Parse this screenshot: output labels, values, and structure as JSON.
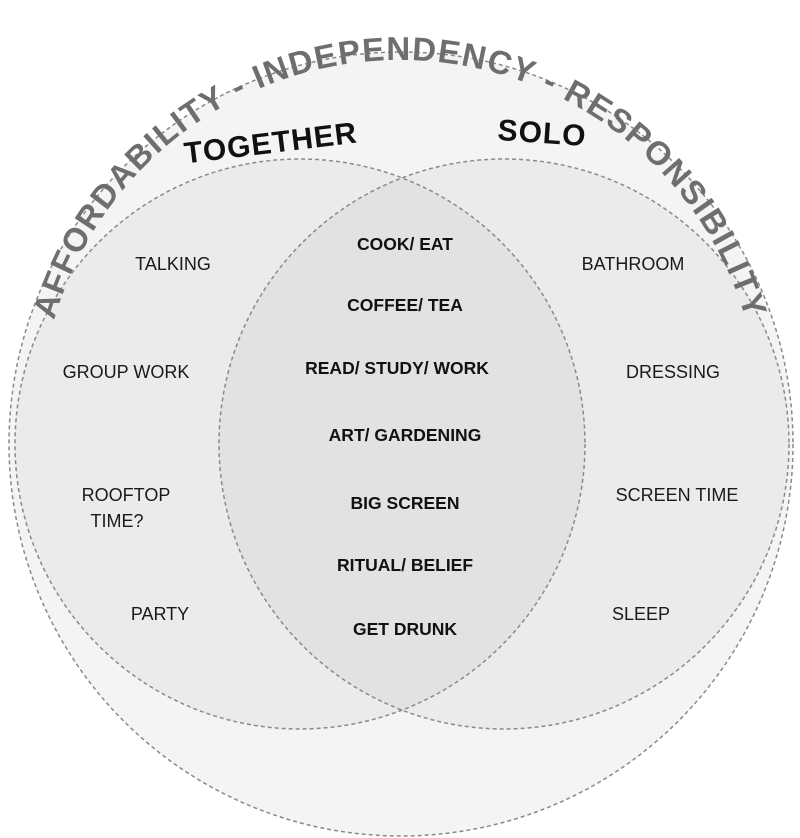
{
  "diagram": {
    "arc_title": "AFFORDABILITY - INDEPENDENCY - RESPONSIBILITY",
    "sets": {
      "left": {
        "title": "TOGETHER",
        "items": [
          "TALKING",
          "GROUP WORK",
          "ROOFTOP",
          "TIME?",
          "PARTY"
        ]
      },
      "right": {
        "title": "SOLO",
        "items": [
          "BATHROOM",
          "DRESSING",
          "SCREEN TIME",
          "SLEEP"
        ]
      },
      "overlap": {
        "items": [
          "COOK/ EAT",
          "COFFEE/ TEA",
          "READ/ STUDY/ WORK",
          "ART/ GARDENING",
          "BIG SCREEN",
          "RITUAL/ BELIEF",
          "GET DRUNK"
        ]
      }
    },
    "colors": {
      "outer_fill": "#f4f4f4",
      "set_fill": "#ebebeb",
      "overlap_fill": "#e2e2e2",
      "dash_stroke": "#8a8a8a",
      "arc_text": "#6e6e6e"
    }
  }
}
